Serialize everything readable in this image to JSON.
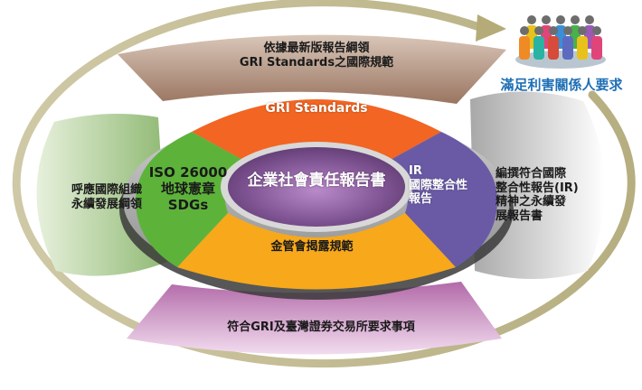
{
  "center": {
    "title": "企業社會責任報告書"
  },
  "stakeholders": {
    "title": "滿足利害關係人要求"
  },
  "inner_ring": {
    "top": {
      "text": "GRI Standards",
      "color": "#f26522"
    },
    "left": {
      "lines": [
        "ISO 26000",
        "地球憲章",
        "SDGs"
      ],
      "color": "#5db33a"
    },
    "right": {
      "lines": [
        "IR",
        "國際整合性",
        "報告"
      ],
      "color": "#6a5aa6"
    },
    "bottom": {
      "text": "金管會揭露規範",
      "color": "#f7a81b"
    }
  },
  "outer_ring": {
    "top": {
      "lines": [
        "依據最新版報告綱領",
        "GRI Standards之國際規範"
      ]
    },
    "left": {
      "lines": [
        "呼應國際組織",
        "永續發展綱領"
      ]
    },
    "right": {
      "lines": [
        "編撰符合國際",
        "整合性報告(IR)",
        "精神之永續發",
        "展報告書"
      ]
    },
    "bottom": {
      "text": "符合GRI及臺灣證券交易所要求事項"
    }
  },
  "people_colors": [
    "#e8c21a",
    "#e0457a",
    "#3a8fd6",
    "#49b14a",
    "#9b59b6",
    "#f08a24",
    "#2ab3a3",
    "#d64b3a",
    "#5c6bc0"
  ]
}
